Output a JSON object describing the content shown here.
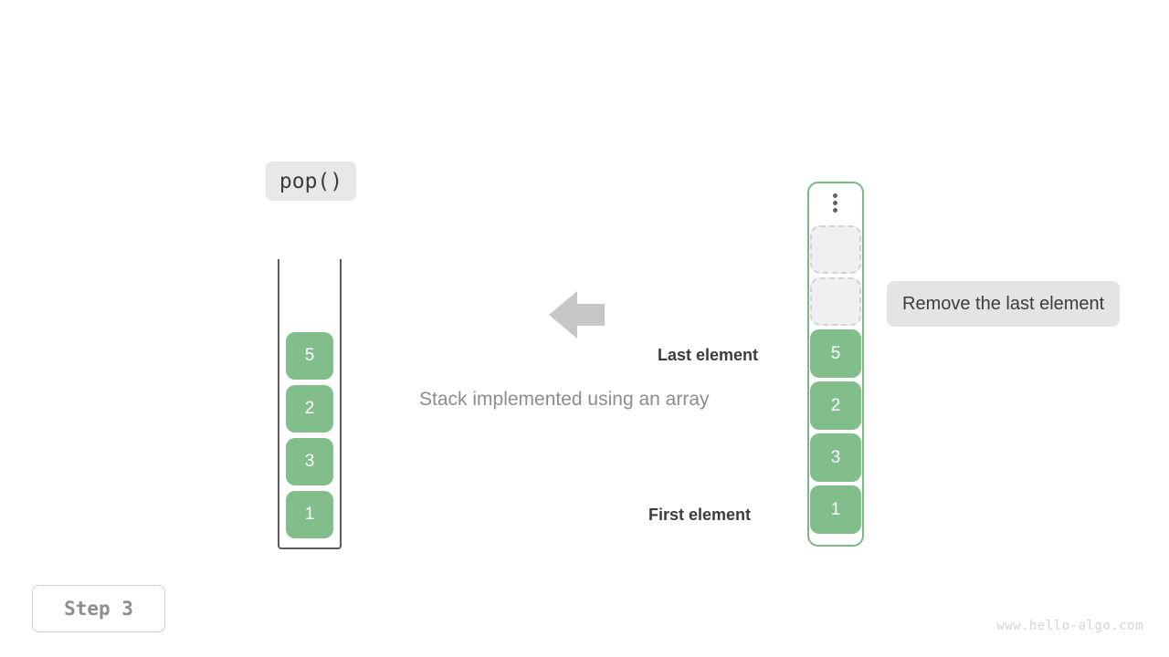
{
  "operation": {
    "label": "pop()"
  },
  "stack": {
    "name": "stack-container",
    "caption": "Stack implemented using an array",
    "values": [
      "5",
      "2",
      "3",
      "1"
    ]
  },
  "array": {
    "name": "array-container",
    "ellipsis_icon": "vertical-ellipsis-icon",
    "empty_slot_count": 2,
    "values": [
      "5",
      "2",
      "3",
      "1"
    ],
    "label_last": "Last element",
    "label_first": "First element",
    "annotation": "Remove the last element"
  },
  "arrow": {
    "icon": "arrow-left-icon"
  },
  "footer": {
    "step": "Step 3",
    "watermark": "www.hello-algo.com"
  },
  "colors": {
    "cell_green": "#81be8b",
    "container_border_green": "#7cb887",
    "stack_wall_gray": "#5c5c5c",
    "empty_slot_fill": "#f0f0f0",
    "empty_slot_border": "#d2d2d2",
    "badge_gray": "#e8e8e8",
    "annotation_gray": "#e4e4e4",
    "arrow_gray": "#c6c6c6",
    "text_dark": "#3c3c3c",
    "text_muted": "#8d8d8d",
    "watermark_gray": "#d4d4d4"
  }
}
